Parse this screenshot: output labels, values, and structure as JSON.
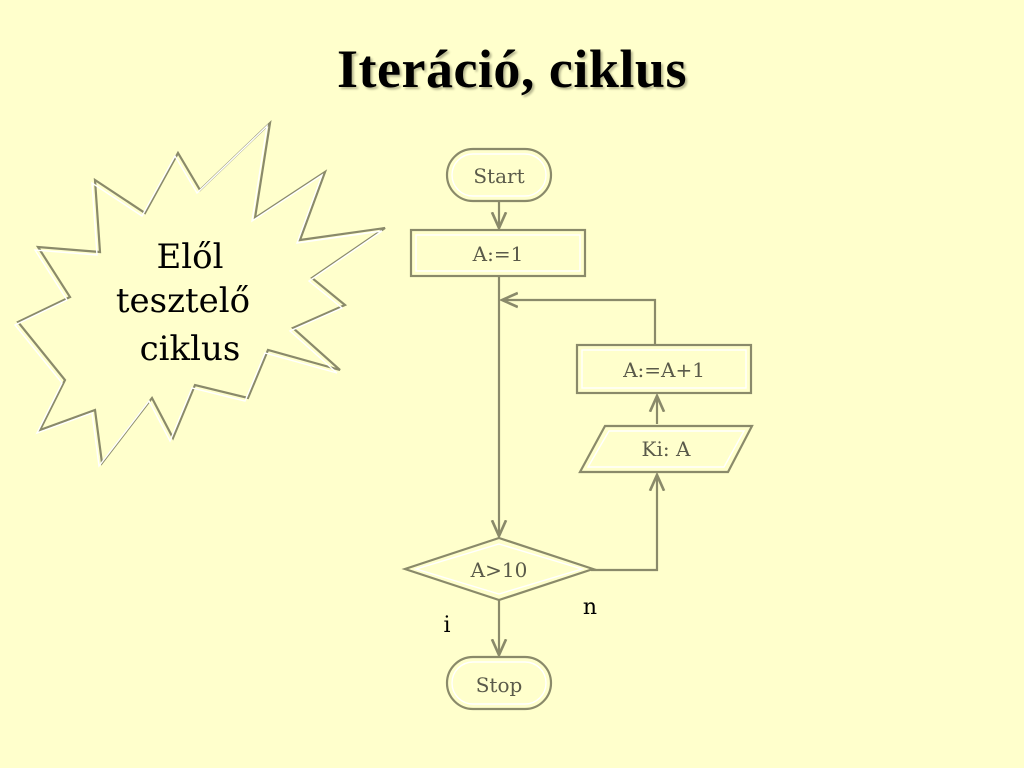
{
  "title": "Iteráció, ciklus",
  "burst": {
    "line1": "Elől",
    "line2": "tesztelő",
    "line3": "ciklus"
  },
  "flow": {
    "start": "Start",
    "init": "A:=1",
    "increment": "A:=A+1",
    "output": "Ki: A",
    "condition": "A>10",
    "stop": "Stop",
    "label_yes": "i",
    "label_no": "n"
  }
}
